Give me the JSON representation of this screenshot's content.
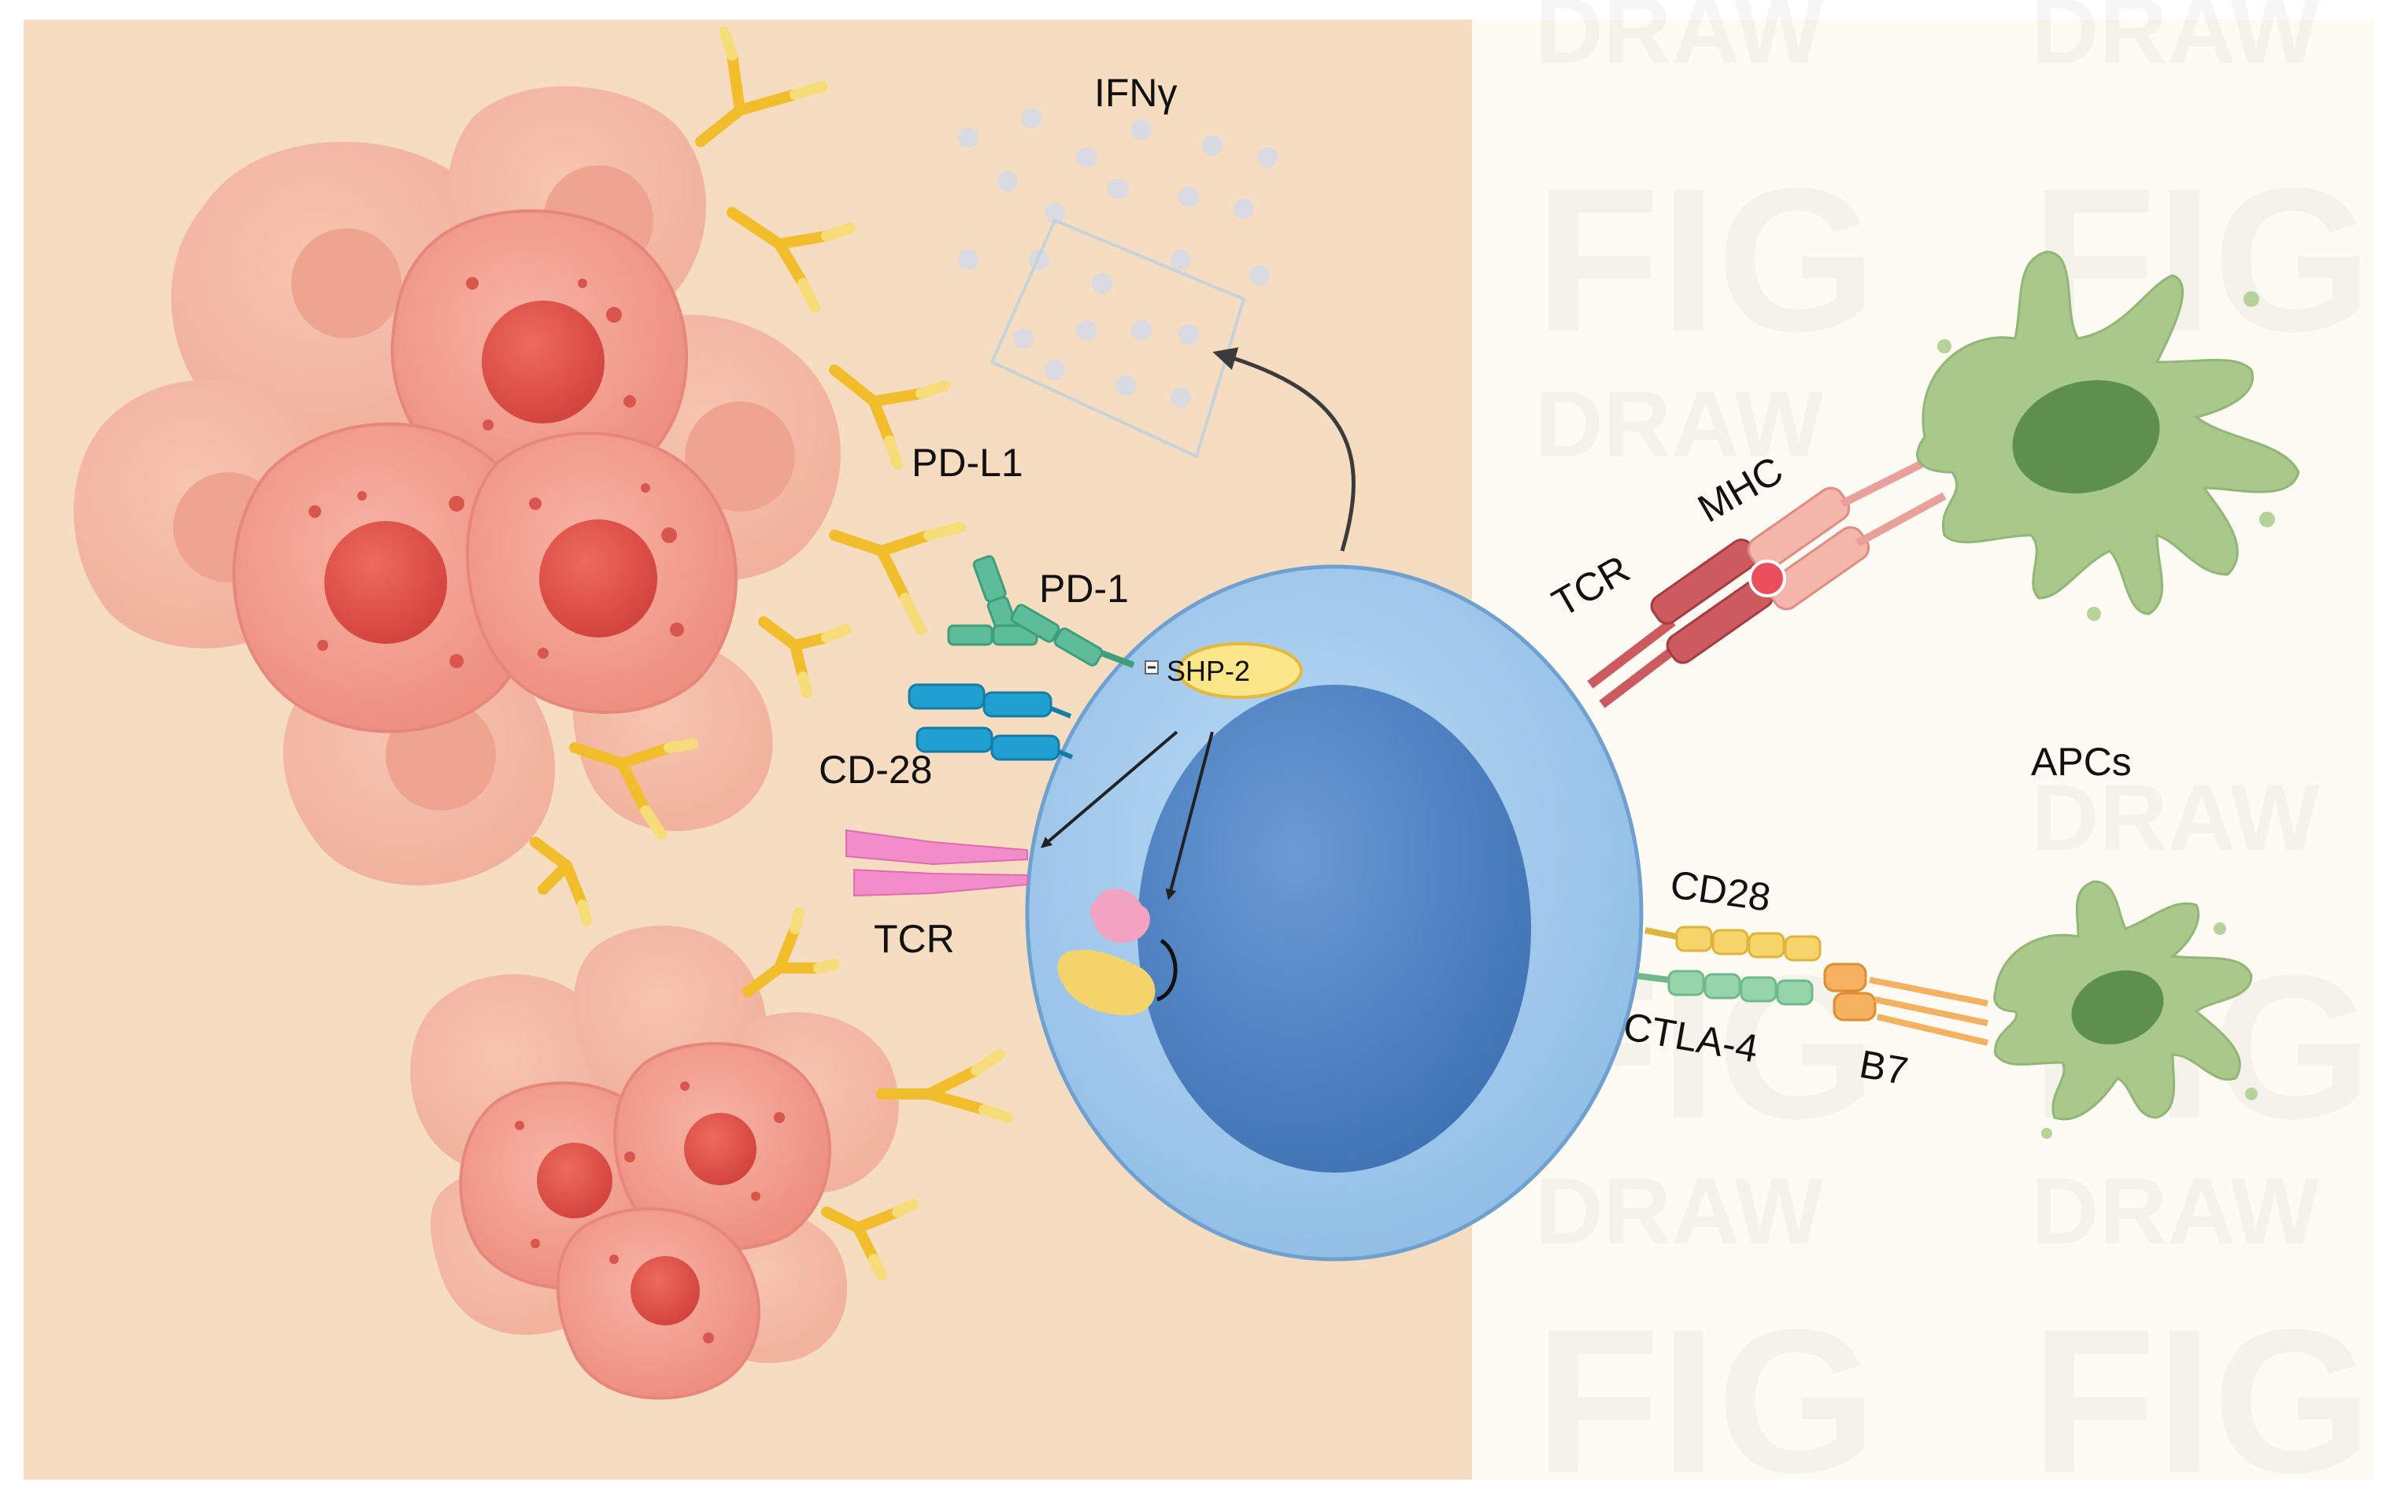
{
  "labels": {
    "ifng": "IFNγ",
    "pdl1": "PD-L1",
    "pd1": "PD-1",
    "shp2": "SHP-2",
    "cd28_left": "CD-28",
    "tcr_left": "TCR",
    "tcr_right": "TCR",
    "mhc": "MHC",
    "apcs": "APCs",
    "cd28_right": "CD28",
    "ctla4": "CTLA-4",
    "b7": "B7"
  },
  "watermark": {
    "fig": "FIG",
    "draw": "DRAW"
  },
  "colors": {
    "tumor_bg": "#f6dcc0",
    "right_bg": "#fdfbf3",
    "tumor_cell": "#f2a090",
    "tumor_nucleus": "#e0524a",
    "t_cell": "#a9cdee",
    "t_cell_nucleus": "#4f84c4",
    "apc": "#a9c98a",
    "apc_nucleus": "#5d8f4e",
    "antibody": "#f2bd2a",
    "pd1": "#5dbd9a",
    "cd28_left": "#1fa0d0",
    "tcr_left": "#f38ccb",
    "tcr_right": "#cc5a5e",
    "mhc": "#f4b6aa",
    "cd28_right": "#f6d46a",
    "ctla4": "#96d4ac",
    "b7": "#f5b060"
  }
}
